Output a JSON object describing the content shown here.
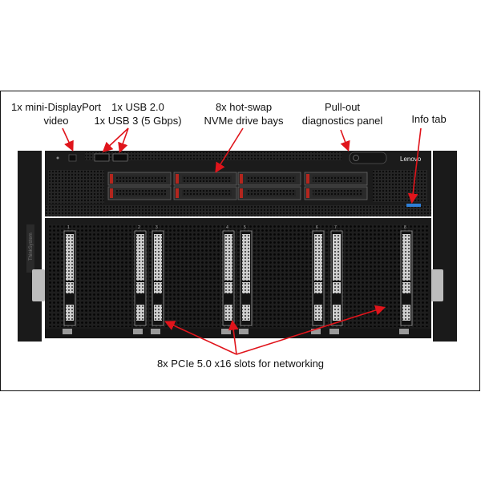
{
  "brand": "Lenovo",
  "rack_ear_text": "ThinkSystem",
  "callouts": {
    "mini_dp": [
      "1x mini-DisplayPort",
      "video"
    ],
    "usb": [
      "1x USB 2.0",
      "1x USB 3 (5 Gbps)"
    ],
    "nvme": [
      "8x hot-swap",
      "NVMe drive bays"
    ],
    "diag": [
      "Pull-out",
      "diagnostics panel"
    ],
    "info": [
      "Info tab"
    ],
    "pcie": [
      "8x PCIe 5.0 x16 slots for networking"
    ]
  },
  "slot_numbers": [
    "1",
    "2",
    "3",
    "4",
    "5",
    "6",
    "7",
    "8"
  ],
  "colors": {
    "arrow": "#e0141b",
    "chassis": "#1b1b1b",
    "drive_latch": "#b3261e",
    "info_tab": "#2f7fd6"
  }
}
